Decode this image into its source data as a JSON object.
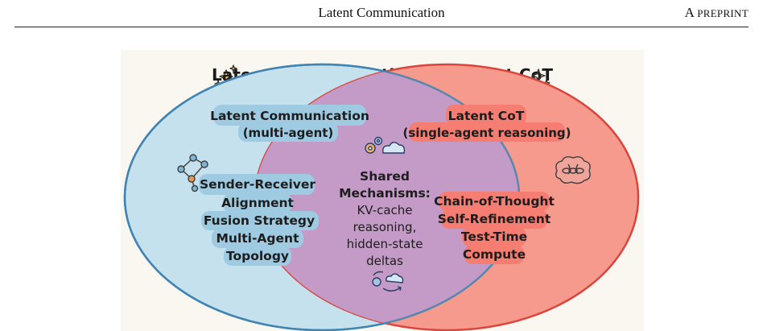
{
  "page_header": {
    "running_title": "Latent Communication",
    "preprint_first": "A",
    "preprint_rest": "PREPRINT"
  },
  "figure": {
    "title": "Latent Communication vs. Latent CoT",
    "left_set": {
      "title_line1": "Latent Communication",
      "title_line2": "(multi-agent)",
      "items": [
        "Sender-Receiver",
        "Alignment",
        "Fusion Strategy",
        "Multi-Agent",
        "Topology"
      ],
      "icon": "network-graph-icon",
      "fill": "#c6e1ee",
      "stroke": "#3f84b2"
    },
    "right_set": {
      "title_line1": "Latent CoT",
      "title_line2": "(single-agent reasoning)",
      "items": [
        "Chain-of-Thought",
        "Self-Refinement",
        "Test-Time",
        "Compute"
      ],
      "icon": "brain-chain-icon",
      "fill": "#f69a8e",
      "stroke": "#d8463d"
    },
    "overlap": {
      "items": [
        "Shared",
        "Mechanisms:",
        "KV-cache",
        "reasoning,",
        "hidden-state",
        "deltas"
      ],
      "icons": [
        "gears-cloud-icon",
        "cycle-cloud-icon"
      ],
      "fill": "#c49ac6"
    }
  }
}
